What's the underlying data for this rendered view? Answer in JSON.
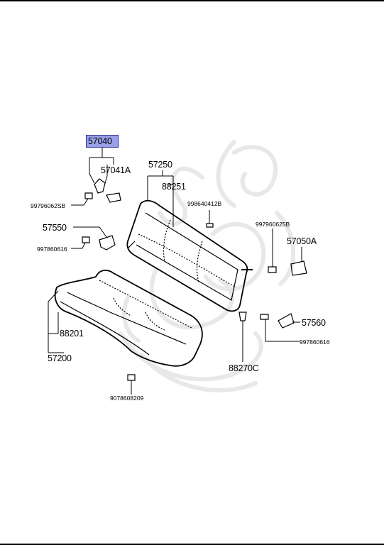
{
  "colors": {
    "highlight_fill": "#9aa0e8",
    "highlight_border": "#2b2f8a",
    "line": "#000000",
    "watermark": "#e6e6e6"
  },
  "watermark": {
    "icon": "ornamental-crest-watermark-icon"
  },
  "parts": {
    "p57040": "57040",
    "p57041A": "57041A",
    "p99796062SB": "99796062SB",
    "p57550": "57550",
    "p997860616_left": "997860616",
    "p57250": "57250",
    "p88251": "88251",
    "p998640412B": "998640412B",
    "p997960625B": "997960625B",
    "p57050A": "57050A",
    "p88201": "88201",
    "p57200": "57200",
    "p57560": "57560",
    "p997860616_right": "997860616",
    "p88270C": "88270C",
    "p9078608209": "9078608209"
  }
}
